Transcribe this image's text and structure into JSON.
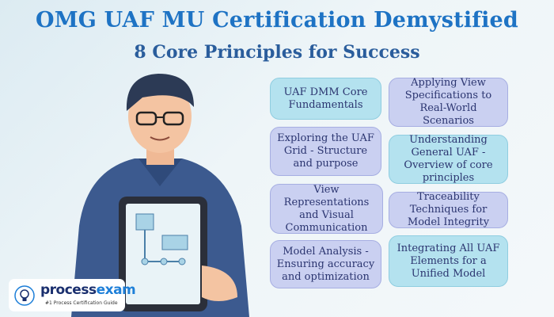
{
  "header": {
    "title": "OMG UAF MU Certification Demystified",
    "subtitle": "8 Core Principles for Success"
  },
  "principles": [
    {
      "label": "UAF DMM Core Fundamentals",
      "color": "#b4e2ef"
    },
    {
      "label": "Applying View Specifications to Real-World Scenarios",
      "color": "#cad0f1"
    },
    {
      "label": "Exploring the UAF Grid - Structure and purpose",
      "color": "#cad0f1"
    },
    {
      "label": "Understanding General UAF - Overview of core principles",
      "color": "#b4e2ef"
    },
    {
      "label": "View Representations and Visual Communication",
      "color": "#cad0f1"
    },
    {
      "label": "Traceability Techniques for Model Integrity",
      "color": "#cad0f1"
    },
    {
      "label": "Model Analysis - Ensuring accuracy and optimization",
      "color": "#cad0f1"
    },
    {
      "label": "Integrating All UAF Elements for a Unified Model",
      "color": "#b4e2ef"
    }
  ],
  "logo": {
    "name_part1": "process",
    "name_part2": "exam",
    "tagline": "#1 Process Certification Guide"
  },
  "colors": {
    "title": "#1e73c4",
    "subtitle": "#2a5d9c"
  }
}
